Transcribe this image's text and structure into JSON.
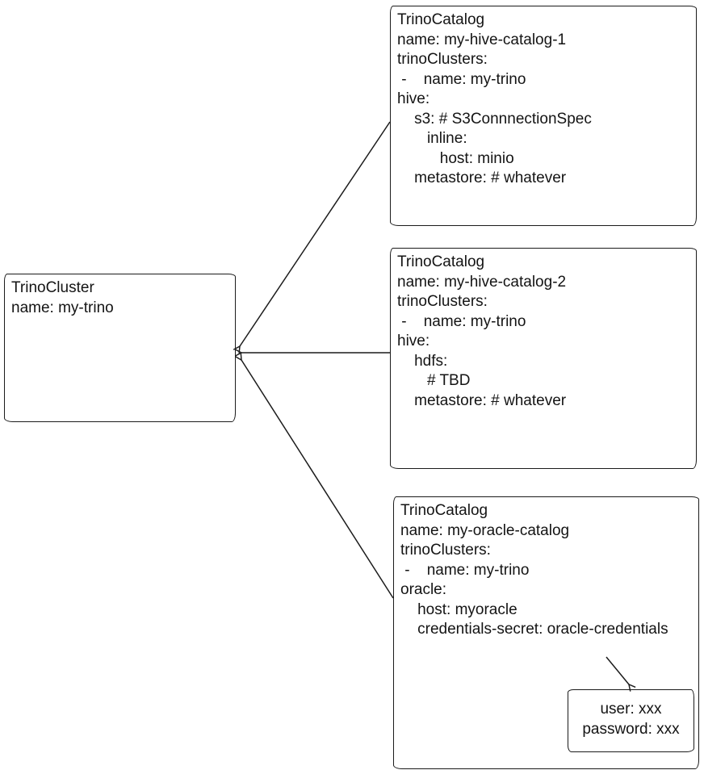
{
  "colors": {
    "ink": "#1b1b1b",
    "background": "#ffffff"
  },
  "nodes": {
    "cluster": {
      "lines": [
        "TrinoCluster",
        "name: my-trino"
      ]
    },
    "catalog1": {
      "lines": [
        "TrinoCatalog",
        "name: my-hive-catalog-1",
        "trinoClusters:",
        " -    name: my-trino",
        "hive:",
        "    s3: # S3ConnnectionSpec",
        "       inline:",
        "          host: minio",
        "    metastore: # whatever"
      ]
    },
    "catalog2": {
      "lines": [
        "TrinoCatalog",
        "name: my-hive-catalog-2",
        "trinoClusters:",
        " -    name: my-trino",
        "hive:",
        "    hdfs:",
        "       # TBD",
        "    metastore: # whatever"
      ]
    },
    "catalog3": {
      "lines": [
        "TrinoCatalog",
        "name: my-oracle-catalog",
        "trinoClusters:",
        " -    name: my-trino",
        "oracle:",
        "    host: myoracle",
        "    credentials-secret: oracle-credentials"
      ]
    },
    "secret": {
      "lines": [
        "user: xxx",
        "password: xxx"
      ]
    }
  }
}
